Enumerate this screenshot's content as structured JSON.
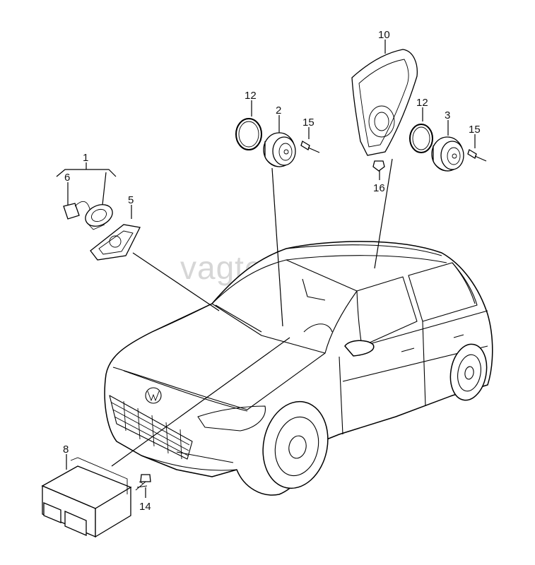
{
  "watermark": "vagtec.ru",
  "callouts": [
    {
      "id": "label-1",
      "text": "1"
    },
    {
      "id": "label-2",
      "text": "2"
    },
    {
      "id": "label-3",
      "text": "3"
    },
    {
      "id": "label-5",
      "text": "5"
    },
    {
      "id": "label-6",
      "text": "6"
    },
    {
      "id": "label-8",
      "text": "8"
    },
    {
      "id": "label-10",
      "text": "10"
    },
    {
      "id": "label-12a",
      "text": "12"
    },
    {
      "id": "label-12b",
      "text": "12"
    },
    {
      "id": "label-14",
      "text": "14"
    },
    {
      "id": "label-15a",
      "text": "15"
    },
    {
      "id": "label-15b",
      "text": "15"
    },
    {
      "id": "label-16",
      "text": "16"
    }
  ]
}
